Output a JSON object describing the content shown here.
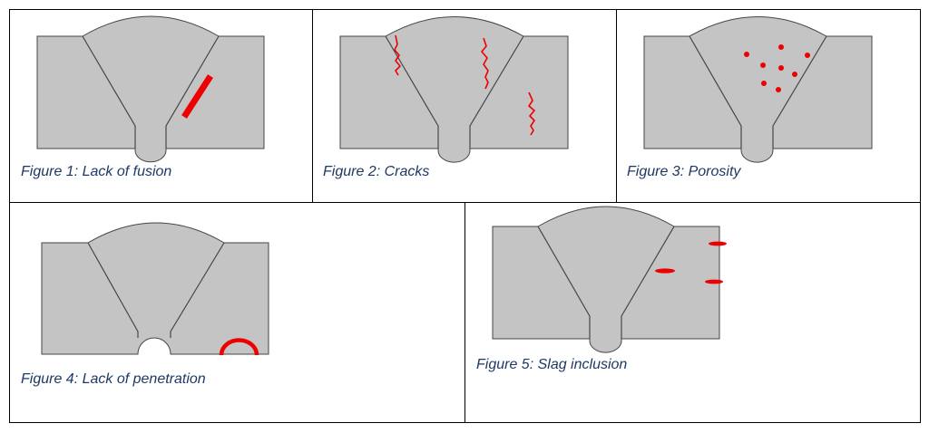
{
  "figures": [
    {
      "caption": "Figure 1: Lack of fusion",
      "defect": "lack-of-fusion"
    },
    {
      "caption": "Figure 2: Cracks",
      "defect": "cracks"
    },
    {
      "caption": "Figure 3: Porosity",
      "defect": "porosity"
    },
    {
      "caption": "Figure 4: Lack of penetration",
      "defect": "lack-of-penetration"
    },
    {
      "caption": "Figure 5: Slag inclusion",
      "defect": "slag-inclusion"
    }
  ],
  "colors": {
    "metal_fill": "#c4c4c4",
    "metal_stroke": "#454545",
    "defect": "#ee0000",
    "caption": "#1f3864"
  }
}
